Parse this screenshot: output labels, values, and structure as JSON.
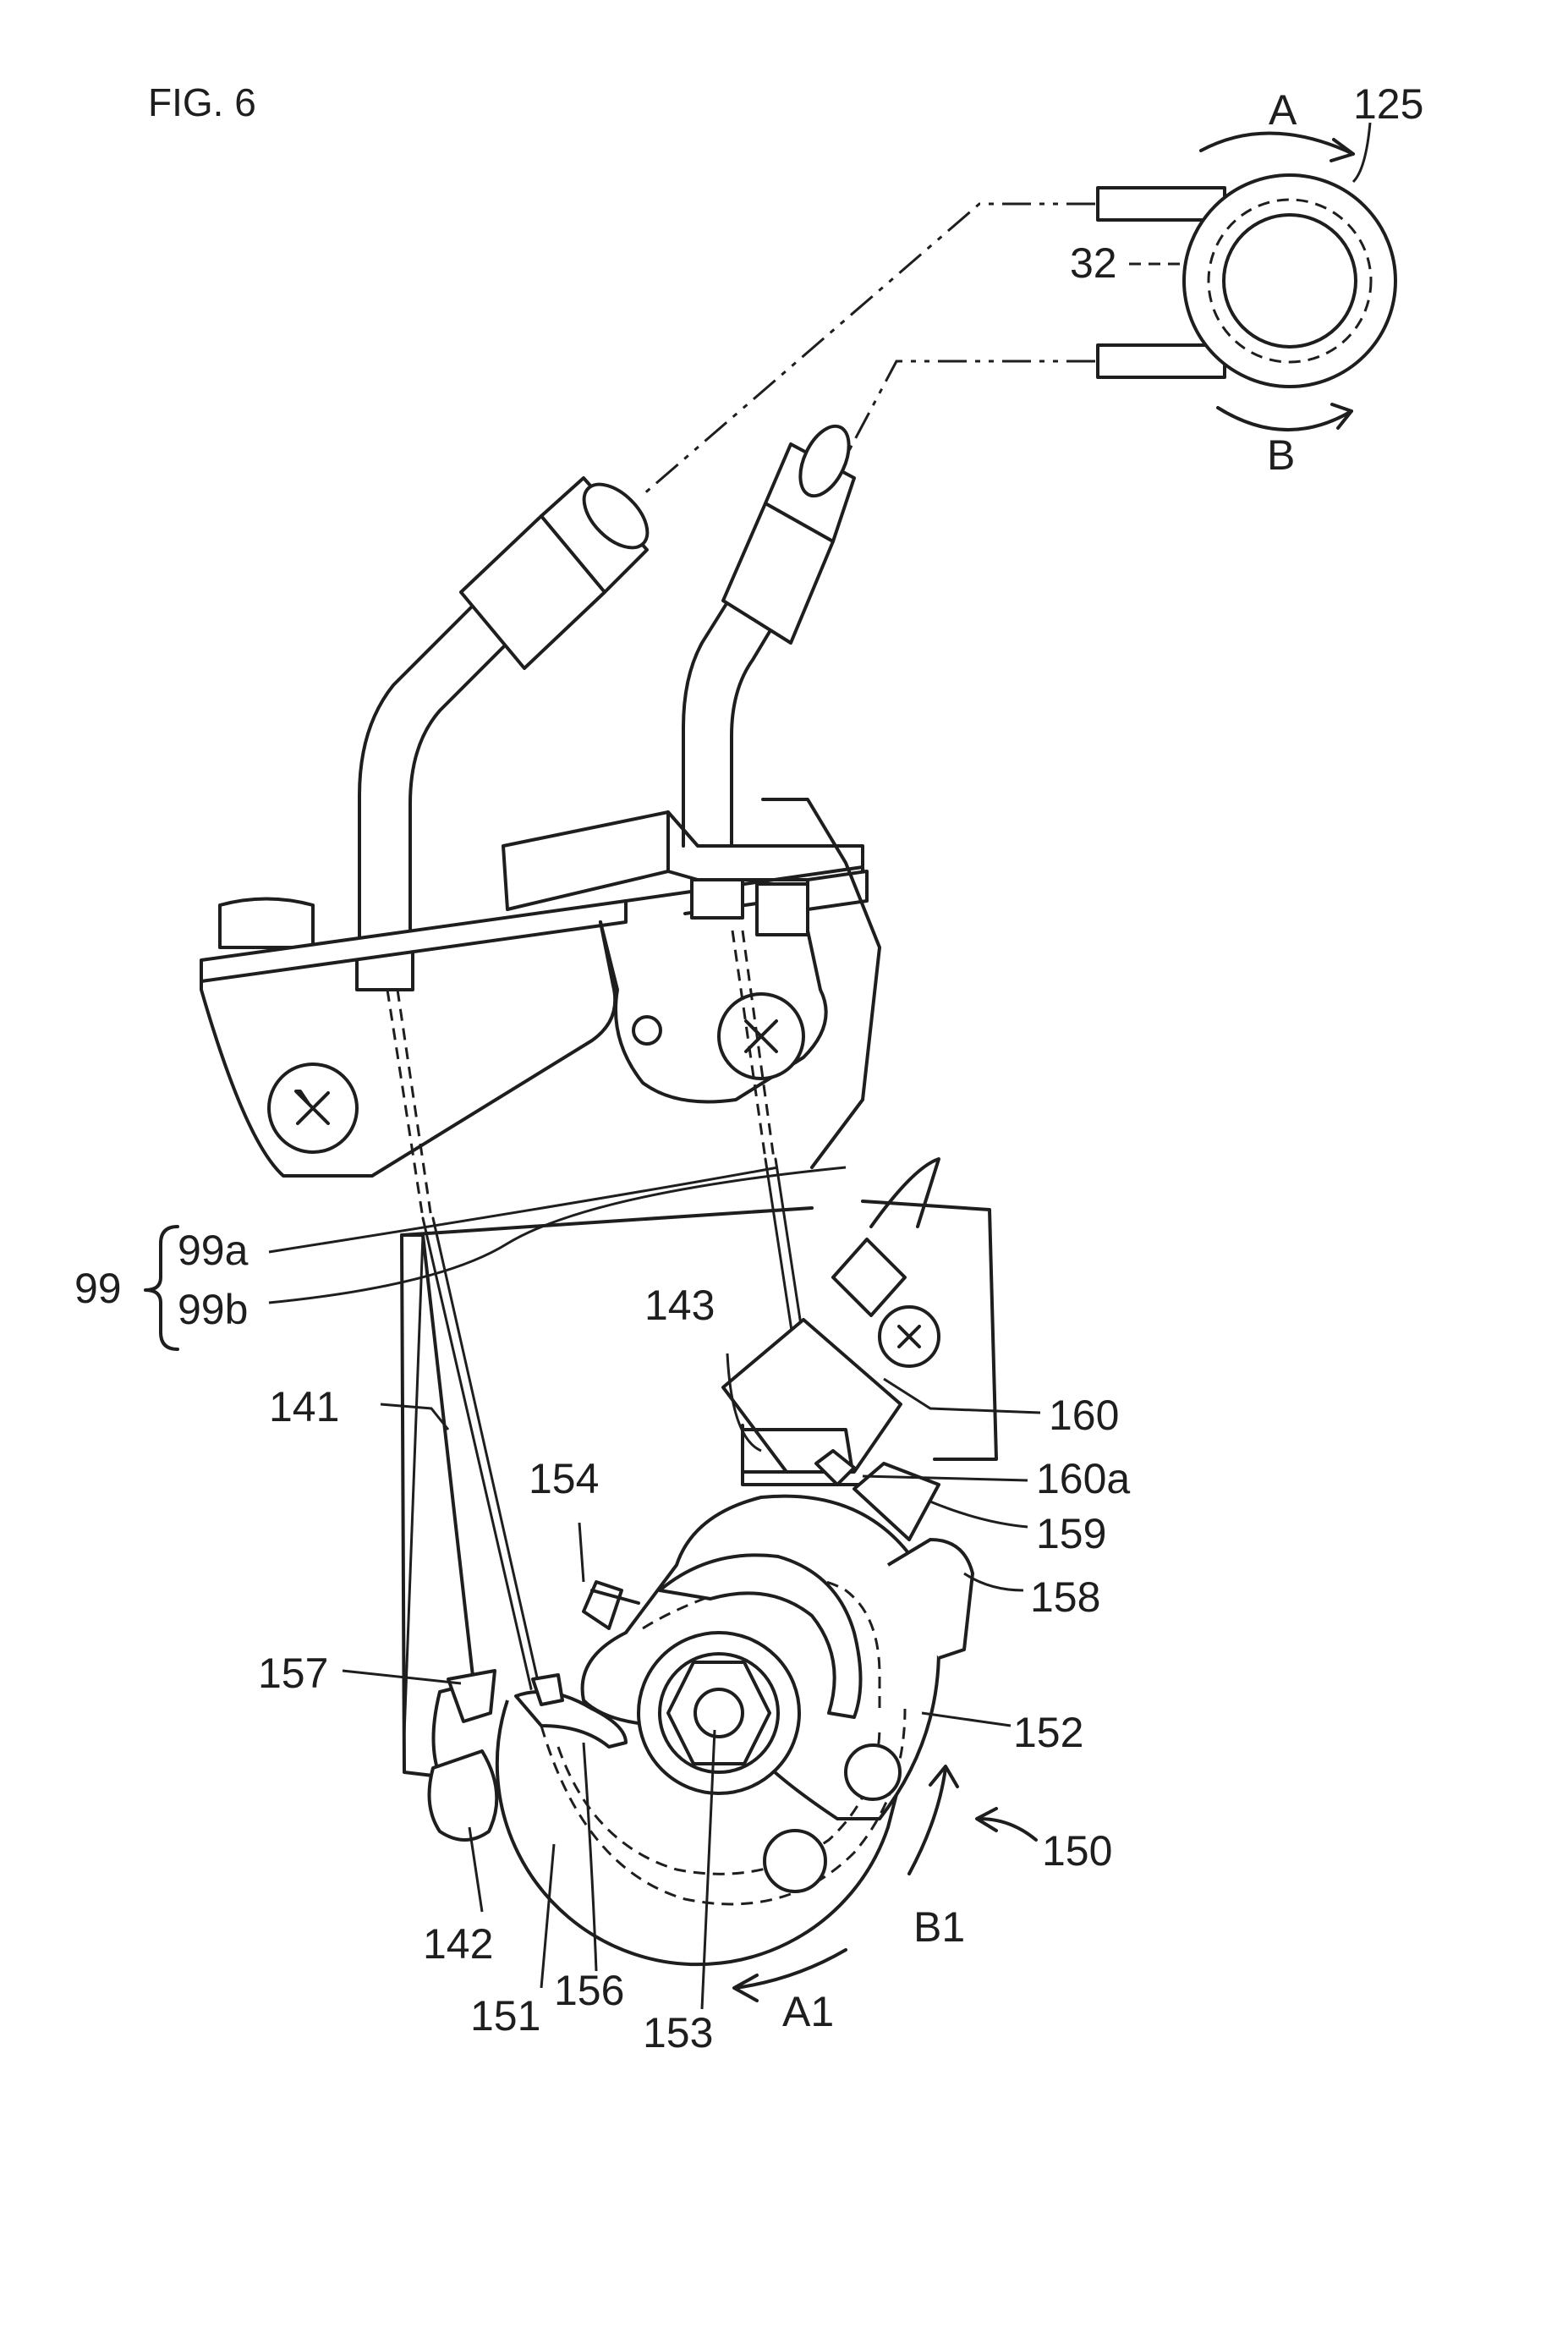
{
  "figure": {
    "title": "FIG. 6"
  },
  "labels": {
    "l125": "125",
    "lA": "A",
    "lB": "B",
    "l32": "32",
    "l99": "99",
    "l99a": "99a",
    "l99b": "99b",
    "l141": "141",
    "l143": "143",
    "l160": "160",
    "l160a": "160a",
    "l159": "159",
    "l158": "158",
    "l154": "154",
    "l157": "157",
    "l152": "152",
    "l150": "150",
    "l142": "142",
    "l151": "151",
    "l156": "156",
    "l153": "153",
    "lA1": "A1",
    "lB1": "B1"
  }
}
